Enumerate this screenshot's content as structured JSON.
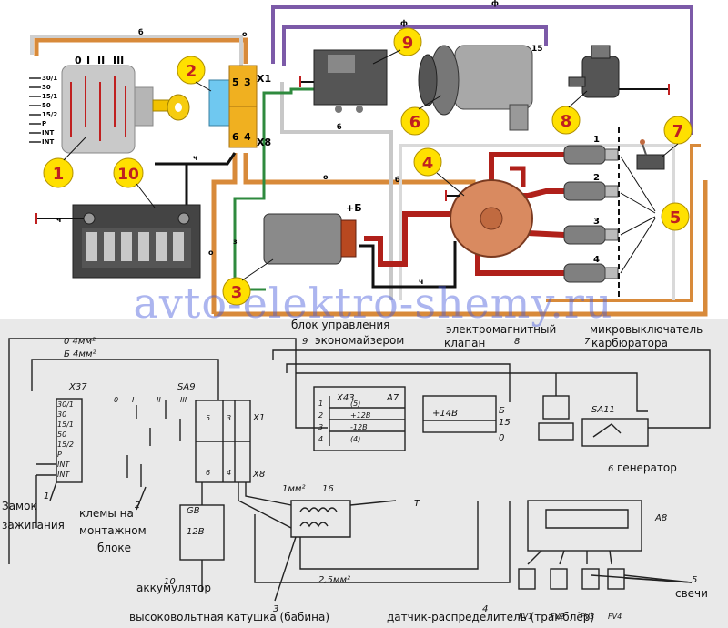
{
  "title": "",
  "colors": {
    "wire_orange": "#d88a3a",
    "wire_purple": "#7c5aa8",
    "wire_green": "#2e8a3e",
    "wire_red": "#b0201a",
    "wire_black": "#111111",
    "wire_white": "#d9d9d9",
    "wire_grey": "#b8b8b8",
    "marker_yellow": "#ffe000",
    "connector_yellow": "#f0b020",
    "relay_blue": "#6fc8f0",
    "lower_bg": "#e9e9e9",
    "watermark": "#4a5adc"
  },
  "photo": {
    "markers": [
      "1",
      "2",
      "3",
      "4",
      "5",
      "6",
      "7",
      "8",
      "9",
      "10"
    ],
    "switch": {
      "positions": [
        "0",
        "I",
        "II",
        "III"
      ],
      "terminals": [
        "30/1",
        "30",
        "15/1",
        "50",
        "15/2",
        "P",
        "INT",
        "INT"
      ]
    },
    "block": {
      "connector_x1": "X1",
      "connector_x8": "X8",
      "pins": [
        "5",
        "3",
        "6",
        "4"
      ]
    },
    "coil_plus": "+Б",
    "wire_codes": {
      "o_top": "о",
      "b_top": "б",
      "f_top": "ф",
      "f_mid": "ф",
      "b_mid": "б",
      "b_right": "б",
      "ch_left": "ч",
      "ch_bat": "ч",
      "o_mid": "о",
      "o_left": "о",
      "z_left": "з",
      "ch_bottom": "ч"
    },
    "alternator_pin": "15",
    "plug_numbers": [
      "1",
      "2",
      "3",
      "4"
    ]
  },
  "watermark": "avto-elektro-shemy.ru",
  "scheme": {
    "labels": {
      "block_control": "блок управления",
      "economizer": "экономайзером",
      "solenoid1": "электромагнитный",
      "solenoid2": "клапан",
      "microswitch1": "микровыключатель",
      "microswitch2": "карбюратора",
      "generator": "генератор",
      "switch1": "Замок",
      "switch2": "зажигания",
      "terminals1": "клемы на",
      "terminals2": "монтажном",
      "terminals3": "блоке",
      "battery": "аккумулятор",
      "coil": "высоковольтная катушка (бабина)",
      "distributor": "датчик-распределитель (трамблёр)",
      "plugs": "свечи"
    },
    "codes": {
      "x37": "X37",
      "x1": "X1",
      "x8": "X8",
      "x43": "X43",
      "a7": "A7",
      "a8": "A8",
      "sa9": "SA9",
      "sa11": "SA11",
      "gb": "GB",
      "t": "T",
      "wire_o4": "0 4мм²",
      "wire_b4": "Б 4мм²",
      "wire_25": "2,5мм²",
      "wire_1": "1мм²",
      "wire_16": "16",
      "v12": "12В",
      "pin15": "15",
      "pin_b": "Б",
      "pin_o": "0",
      "fv": [
        "FV1",
        "FV2",
        "FV3",
        "FV4"
      ],
      "sw_terms": [
        "30/1",
        "30",
        "15/1",
        "50",
        "15/2",
        "P",
        "INT",
        "INT"
      ],
      "sw_pos": [
        "0",
        "I",
        "II",
        "III"
      ],
      "a7_rows": [
        "(5)",
        "+12В",
        "-12В",
        "(4)"
      ],
      "a7_pins": [
        "1",
        "2",
        "3",
        "4"
      ],
      "sv": "+14В",
      "x1_pins": [
        "5",
        "3",
        "6",
        "4"
      ]
    },
    "numbers": {
      "n1": "1",
      "n2": "2",
      "n3": "3",
      "n4": "4",
      "n5": "5",
      "n6": "6",
      "n7": "7",
      "n8": "8",
      "n9": "9",
      "n10": "10"
    }
  }
}
